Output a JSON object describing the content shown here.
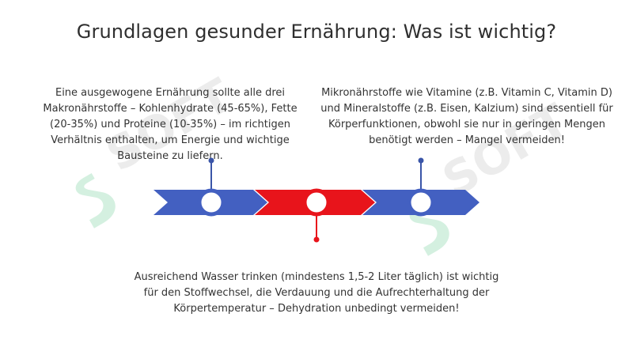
{
  "slide": {
    "title": "Grundlagen gesunder Ernährung: Was ist wichtig?",
    "colors": {
      "blue": "#4360c1",
      "blue_dark": "#3a55a8",
      "red": "#e8141b",
      "white": "#ffffff",
      "watermark_green": "#cfeedd",
      "watermark_gray": "#ececec"
    }
  },
  "timeline": {
    "segments": [
      {
        "color": "blue"
      },
      {
        "color": "red"
      },
      {
        "color": "blue"
      }
    ],
    "milestones": [
      {
        "position": "left",
        "color": "blue",
        "text": "Eine ausgewogene Ernährung sollte alle drei Makronährstoffe – Kohlenhydrate (45-65%), Fette (20-35%) und Proteine (10-35%) – im richtigen Verhältnis enthalten, um Energie und wichtige Bausteine zu liefern."
      },
      {
        "position": "bottom",
        "color": "red",
        "text": "Ausreichend Wasser trinken (mindestens 1,5-2 Liter täglich) ist wichtig für den Stoffwechsel, die Verdauung und die Aufrechterhaltung der Körpertemperatur – Dehydration unbedingt vermeiden!"
      },
      {
        "position": "right",
        "color": "blue",
        "text": "Mikronährstoffe wie Vitamine (z.B. Vitamin C, Vitamin D) und Mineralstoffe (z.B. Eisen, Kalzium) sind essentiell für Körperfunktionen, obwohl sie nur in geringen Mengen benötigt werden – Mangel vermeiden!"
      }
    ]
  },
  "watermark": {
    "text": "SOFT",
    "icon": "s-logo-icon"
  }
}
